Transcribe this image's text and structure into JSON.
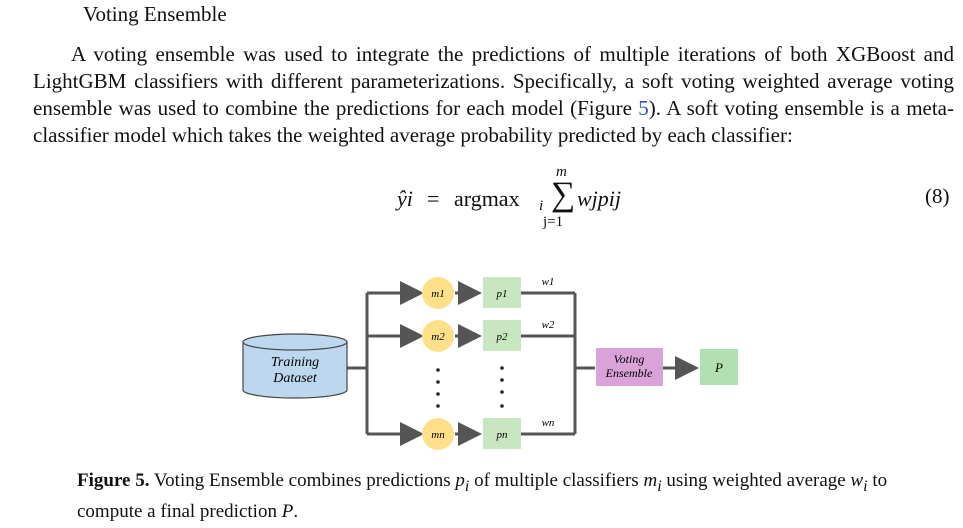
{
  "section": {
    "title": "Voting Ensemble"
  },
  "paragraph": {
    "part1": "A voting ensemble was used to integrate the predictions of multiple iterations of both XGBoost and LightGBM classifiers with different parameterizations. Specifically, a soft voting weighted average voting ensemble was used to combine the predictions for each model (Figure ",
    "ref": "5",
    "part2": "). A soft voting ensemble is a meta-classifier model which takes the weighted average probability predicted by each classifier:"
  },
  "equation": {
    "lhs": "ŷi",
    "equals": "=",
    "op": "argmax",
    "op_sub": "i",
    "sum_upper": "m",
    "sum_lower": "j=1",
    "term": "wjpij",
    "number": "(8)"
  },
  "diagram": {
    "source_label_line1": "Training",
    "source_label_line2": "Dataset",
    "models": [
      "m1",
      "m2",
      "mn"
    ],
    "predictions": [
      "p1",
      "p2",
      "pn"
    ],
    "weights": [
      "w1",
      "w2",
      "wn"
    ],
    "ensemble_label_line1": "Voting",
    "ensemble_label_line2": "Ensemble",
    "output_label": "P",
    "colors": {
      "dataset_fill": "#bdd7ee",
      "model_fill": "#ffe08a",
      "prediction_fill": "#c8e6c0",
      "ensemble_fill": "#d9a3d9",
      "output_fill": "#b3e0b3",
      "line": "#555555"
    }
  },
  "caption": {
    "label": "Figure 5.",
    "text_a": "Voting Ensemble combines predictions",
    "var_p": "p",
    "var_p_sub": "i",
    "text_b": "of multiple classifiers",
    "var_m": "m",
    "var_m_sub": "i",
    "text_c": "using weighted average",
    "var_w": "w",
    "var_w_sub": "i",
    "text_d": "to compute a final prediction",
    "var_P": "P",
    "text_e": "."
  }
}
